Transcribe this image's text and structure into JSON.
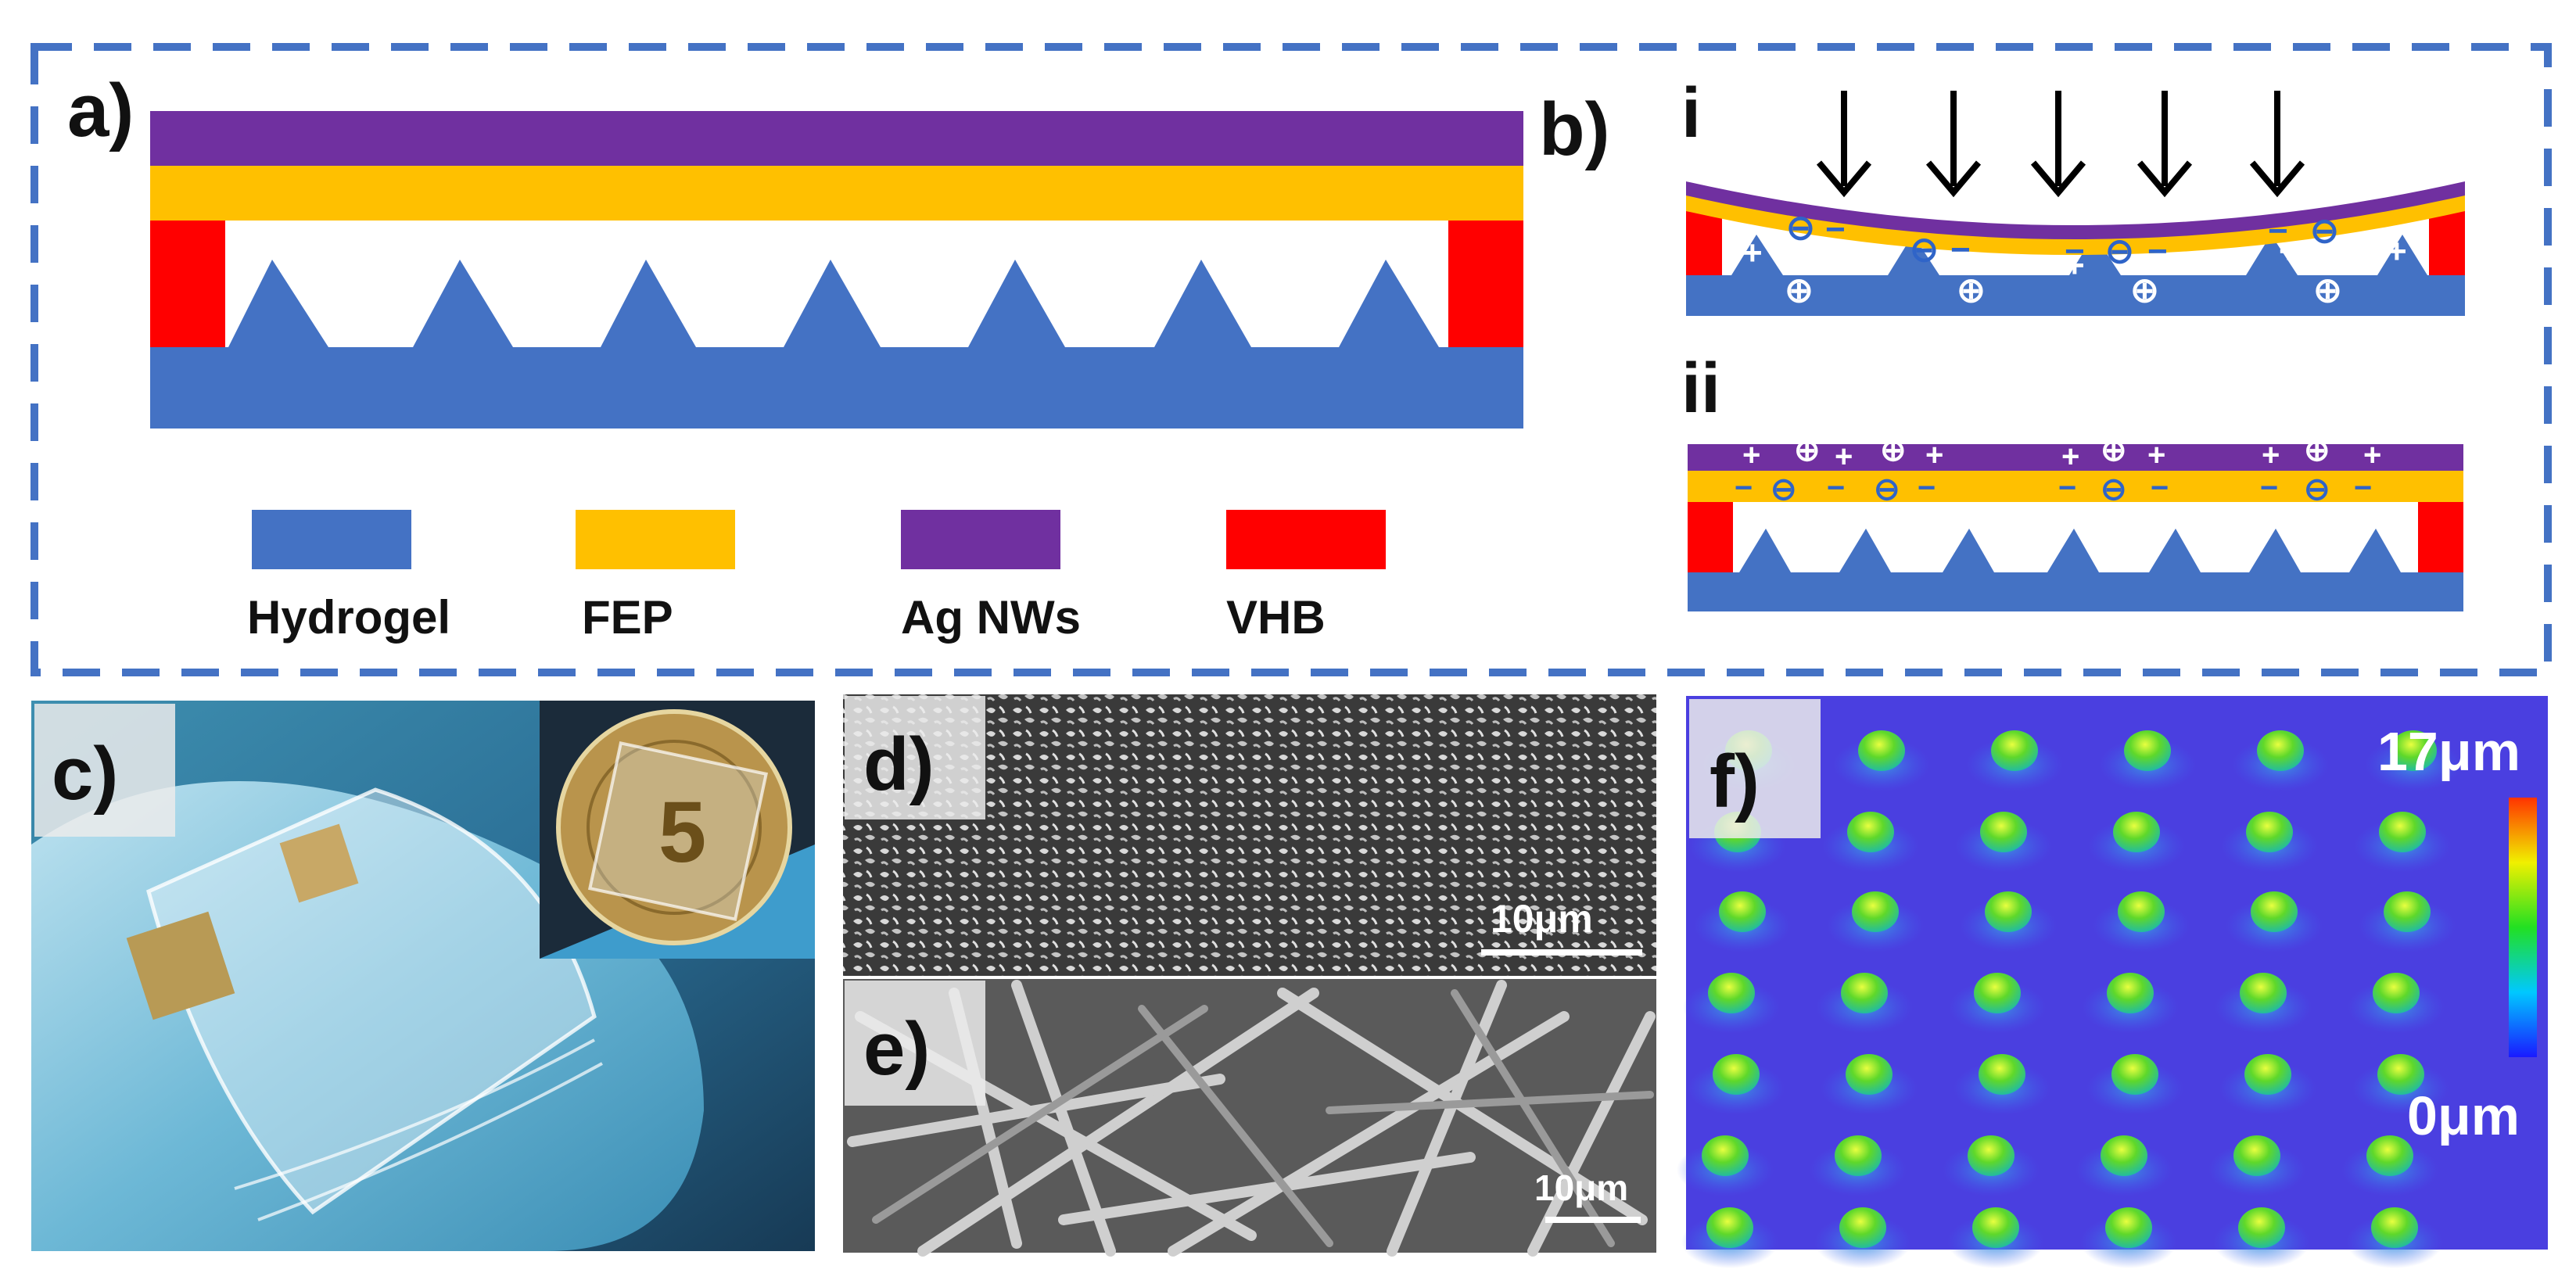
{
  "panels": {
    "a": {
      "label": "a)"
    },
    "b": {
      "label": "b)",
      "sub_i": "i",
      "sub_ii": "ii"
    },
    "c": {
      "label": "c)",
      "coin_text": "5"
    },
    "d": {
      "label": "d)",
      "scale": "10μm"
    },
    "e": {
      "label": "e)",
      "scale": "10μm"
    },
    "f": {
      "label": "f)",
      "max": "17μm",
      "min": "0μm"
    }
  },
  "legend": [
    {
      "label": "Hydrogel",
      "color": "#4472C4"
    },
    {
      "label": "FEP",
      "color": "#FFC000"
    },
    {
      "label": "Ag NWs",
      "color": "#7030A0"
    },
    {
      "label": "VHB",
      "color": "#FF0000"
    }
  ],
  "charges": {
    "plus": "+",
    "minus": "−",
    "plus_circled": "⊕",
    "minus_circled": "⊖"
  },
  "colors": {
    "frame": "#4472C4",
    "hydrogel": "#4472C4",
    "fep": "#FFC000",
    "agnw": "#7030A0",
    "vhb": "#FF0000"
  }
}
